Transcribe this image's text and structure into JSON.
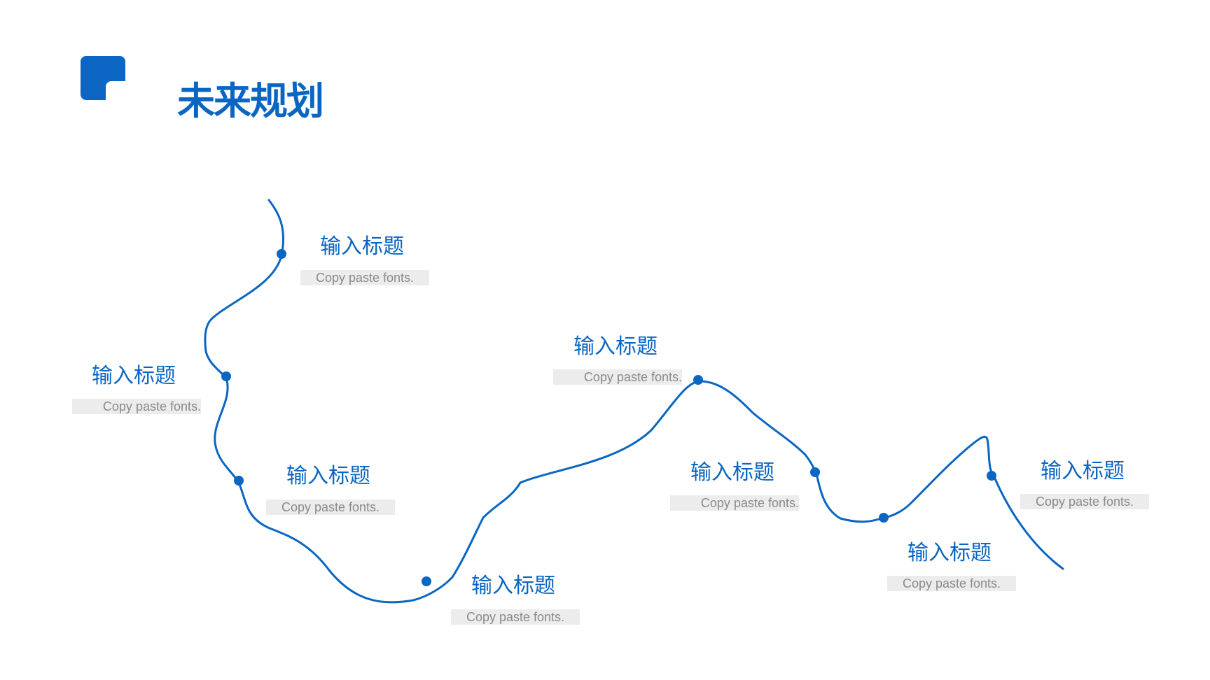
{
  "page": {
    "title": "未来规划"
  },
  "colors": {
    "accent": "#0a66c2",
    "label_bg": "#ececec",
    "label_text": "#8a8a8a"
  },
  "icons": {
    "logo": "rounded-square-notch-icon",
    "node": "dot-marker"
  },
  "nodes": [
    {
      "title": "输入标题",
      "desc": "Copy paste fonts."
    },
    {
      "title": "输入标题",
      "desc": "Copy paste fonts."
    },
    {
      "title": "输入标题",
      "desc": "Copy paste fonts."
    },
    {
      "title": "输入标题",
      "desc": "Copy paste fonts."
    },
    {
      "title": "输入标题",
      "desc": "Copy paste fonts."
    },
    {
      "title": "输入标题",
      "desc": "Copy paste fonts."
    },
    {
      "title": "输入标题",
      "desc": "Copy paste fonts."
    },
    {
      "title": "输入标题",
      "desc": "Copy paste fonts."
    }
  ]
}
